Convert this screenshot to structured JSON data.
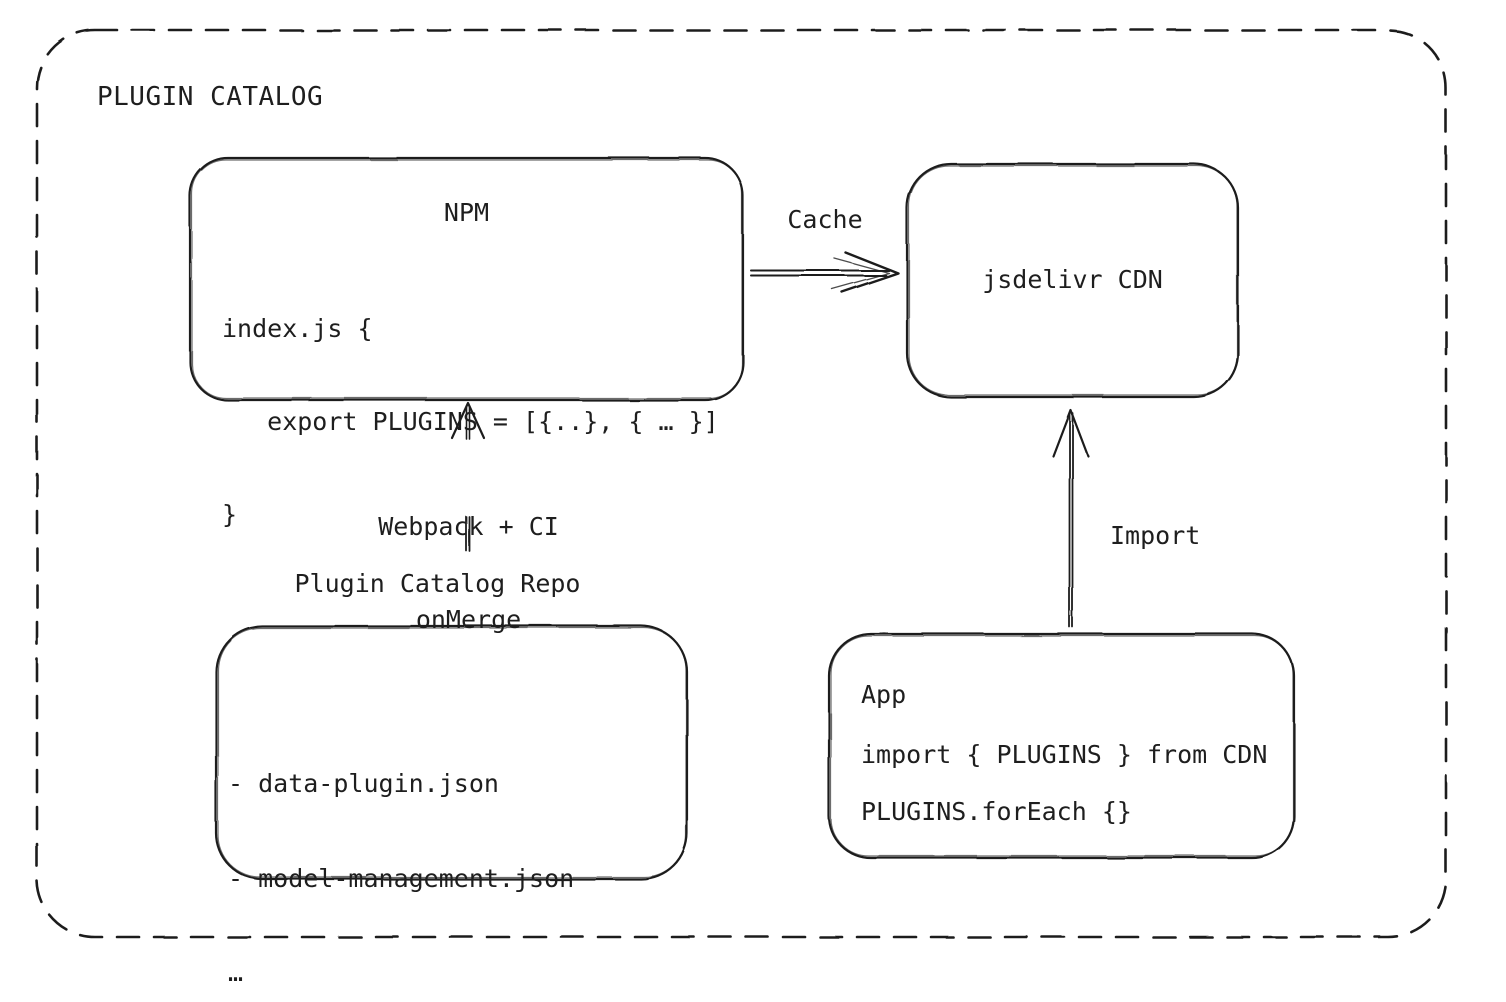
{
  "diagram": {
    "title": "PLUGIN CATALOG",
    "colors": {
      "stroke": "#1e1e1e",
      "background": "#ffffff"
    },
    "nodes": {
      "npm": {
        "title": "NPM",
        "code_lines": [
          "index.js {",
          "   export PLUGINS = [{..}, { … }]",
          "}"
        ]
      },
      "cdn": {
        "label": "jsdelivr CDN"
      },
      "repo": {
        "label": "Plugin Catalog Repo",
        "items": [
          "- data-plugin.json",
          "- model-management.json",
          "…"
        ]
      },
      "app": {
        "title": "App",
        "code_lines": [
          "import { PLUGINS } from CDN",
          "PLUGINS.forEach {}"
        ]
      }
    },
    "arrows": {
      "cache": {
        "label": "Cache",
        "from": "NPM",
        "to": "jsdelivr CDN"
      },
      "webpack": {
        "label_line1": "Webpack + CI",
        "label_line2": "onMerge",
        "from": "Plugin Catalog Repo",
        "to": "NPM"
      },
      "import_arrow": {
        "label": "Import",
        "from": "App",
        "to": "jsdelivr CDN"
      }
    }
  }
}
